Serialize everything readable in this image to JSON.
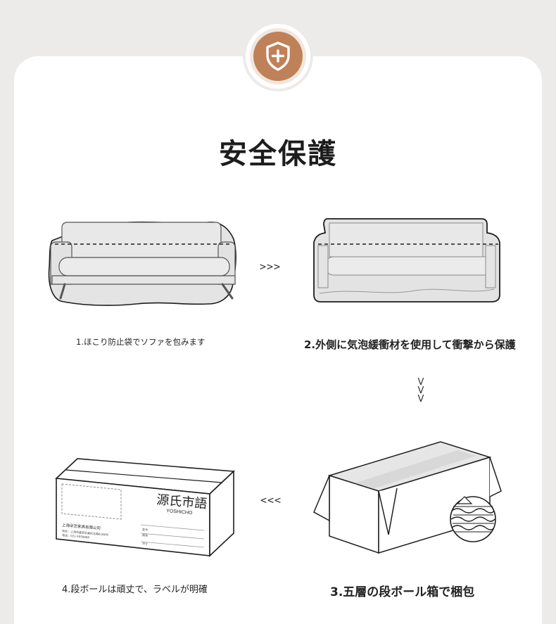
{
  "title": "安全保護",
  "badge": {
    "icon": "shield-plus-icon",
    "color": "#bf8158"
  },
  "steps": [
    {
      "caption": "1.ほこり防止袋でソファを包みます"
    },
    {
      "caption": "2.外側に気泡緩衝材を使用して衝撃から保護"
    },
    {
      "caption": "3.五層の段ボール箱で梱包"
    },
    {
      "caption": "4.段ボールは頑丈で、ラベルが明確"
    }
  ],
  "arrows": {
    "right": ">>>",
    "down": [
      "V",
      "V",
      "V"
    ],
    "left": "<<<"
  },
  "box_label": {
    "brand": "源氏市語",
    "brand_sub": "YOSHICHO",
    "company": "上海朵艺家具有限公司",
    "address": "地址：上海市嘉定区嘉松北路6188号",
    "phone": "电话：021-5958888",
    "spec_label_1": "型号",
    "spec_label_2": "颜色",
    "spec_label_3": "尺寸"
  },
  "colors": {
    "accent": "#bf8158",
    "background": "#ecebe9",
    "card": "#ffffff"
  }
}
